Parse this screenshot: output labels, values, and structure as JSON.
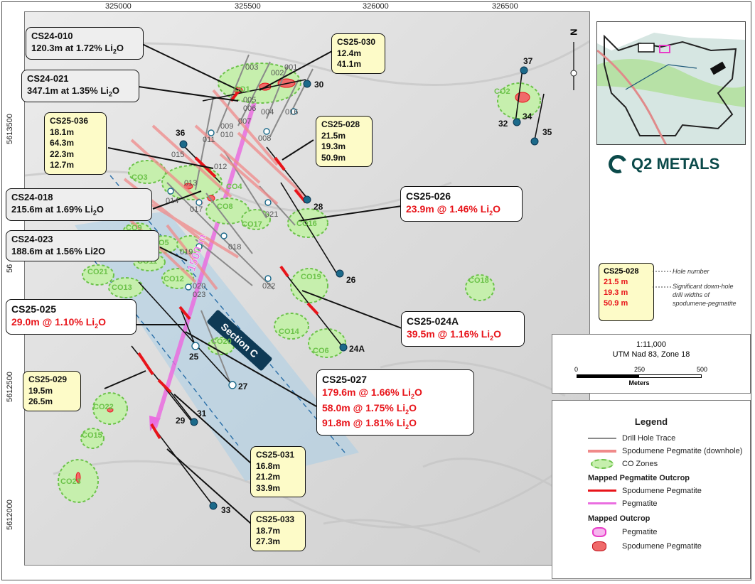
{
  "axes": {
    "x_ticks": [
      "325000",
      "325500",
      "326000",
      "326500"
    ],
    "y_ticks": [
      "5613500",
      "5612500",
      "5612000",
      "56"
    ],
    "y_partial": "56"
  },
  "north_label": "N",
  "section_label": "Section C",
  "distance_label": "1500 m",
  "callouts": {
    "cs24_010": {
      "hole": "CS24-010",
      "result": "120.3m at 1.72% Li",
      "suffix": "2",
      "end": "O"
    },
    "cs24_021": {
      "hole": "CS24-021",
      "result": "347.1m at 1.35% Li",
      "suffix": "2",
      "end": "O"
    },
    "cs24_018": {
      "hole": "CS24-018",
      "result": "215.6m at 1.69% Li",
      "suffix": "2",
      "end": "O"
    },
    "cs24_023": {
      "hole": "CS24-023",
      "result": "188.6m at 1.56% Li2O"
    },
    "cs25_030": {
      "hole": "CS25-030",
      "values": [
        "12.4m",
        "41.1m"
      ]
    },
    "cs25_036": {
      "hole": "CS25-036",
      "values": [
        "18.1m",
        "64.3m",
        "22.3m",
        "12.7m"
      ]
    },
    "cs25_028": {
      "hole": "CS25-028",
      "values": [
        "21.5m",
        "19.3m",
        "50.9m"
      ]
    },
    "cs25_026": {
      "hole": "CS25-026",
      "result": "23.9m @ 1.46% Li",
      "suffix": "2",
      "end": "O"
    },
    "cs25_025": {
      "hole": "CS25-025",
      "result": "29.0m @ 1.10% Li",
      "suffix": "2",
      "end": "O"
    },
    "cs25_024a": {
      "hole": "CS25-024A",
      "result": "39.5m @ 1.16% Li",
      "suffix": "2",
      "end": "O"
    },
    "cs25_027": {
      "hole": "CS25-027",
      "results": [
        "179.6m @ 1.66% Li",
        "58.0m @ 1.75% Li",
        "91.8m @ 1.81% Li"
      ],
      "suffix": "2",
      "end": "O"
    },
    "cs25_029": {
      "hole": "CS25-029",
      "values": [
        "19.5m",
        "26.5m"
      ]
    },
    "cs25_031": {
      "hole": "CS25-031",
      "values": [
        "16.8m",
        "21.2m",
        "33.9m"
      ]
    },
    "cs25_033": {
      "hole": "CS25-033",
      "values": [
        "18.7m",
        "27.3m"
      ]
    }
  },
  "hole_labels": [
    "30",
    "36",
    "28",
    "26",
    "24A",
    "25",
    "27",
    "29",
    "31",
    "33",
    "37",
    "32",
    "34",
    "35"
  ],
  "trace_labels": [
    "003",
    "001",
    "002",
    "005",
    "006",
    "004",
    "016",
    "009",
    "007",
    "010",
    "011",
    "008",
    "015",
    "012",
    "013",
    "014",
    "017",
    "021",
    "019",
    "018",
    "020",
    "023",
    "022"
  ],
  "co_labels": [
    "CO1",
    "CO2",
    "CO3",
    "CO4",
    "CO5",
    "CO6",
    "CO8",
    "CO9",
    "CO11",
    "CO12",
    "CO13",
    "CO14",
    "CO15",
    "CO16",
    "CO17",
    "CO18",
    "CO19",
    "CO20",
    "CO21",
    "CO22",
    "CO23"
  ],
  "logo": {
    "text": "Q2 METALS"
  },
  "key": {
    "hole": "CS25-028",
    "values": [
      "21.5 m",
      "19.3 m",
      "50.9 m"
    ],
    "note_hole": "Hole number",
    "note_widths_1": "Significant down-hole",
    "note_widths_2": "drill widths of",
    "note_widths_3": "spodumene-pegmatite"
  },
  "scale": {
    "ratio": "1:11,000",
    "projection": "UTM Nad 83, Zone 18",
    "ticks": [
      "0",
      "250",
      "500"
    ],
    "unit": "Meters"
  },
  "legend": {
    "title": "Legend",
    "items": [
      "Drill Hole Trace",
      "Spodumene Pegmatite (downhole)",
      "CO Zones"
    ],
    "section_outcrop": "Mapped Pegmatite Outcrop",
    "outcrop_items": [
      "Spodumene Pegmatite",
      "Pegmatite"
    ],
    "section_mapped": "Mapped Outcrop",
    "mapped_items": [
      "Pegmatite",
      "Spodumene Pegmatite"
    ]
  },
  "colors": {
    "accent_red": "#e8141a",
    "co_zone": "#8ddc5a",
    "callout_yellow": "#fdfbc8",
    "section_blue": "#a9cde6",
    "pink": "#ea6ee0",
    "logo": "#0b4a4a"
  }
}
